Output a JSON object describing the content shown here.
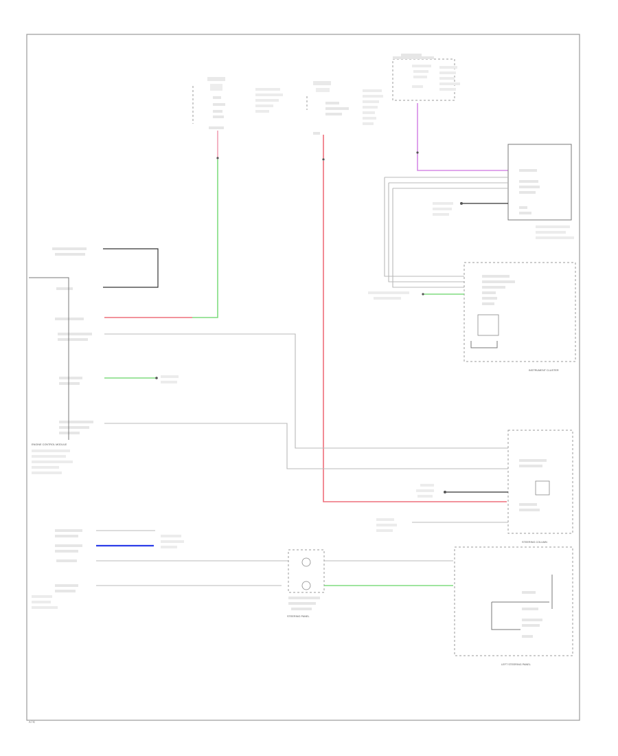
{
  "labels": {
    "ecm_block": "ENGINE CONTROL MODULE",
    "instrument_cluster": "INSTRUMENT CLUSTER",
    "steering_column": "STEERING COLUMN",
    "steering_panel": "STEERING PANEL",
    "left_steering_panel": "LEFT STEERING PANEL",
    "page_footer": "A / C"
  }
}
